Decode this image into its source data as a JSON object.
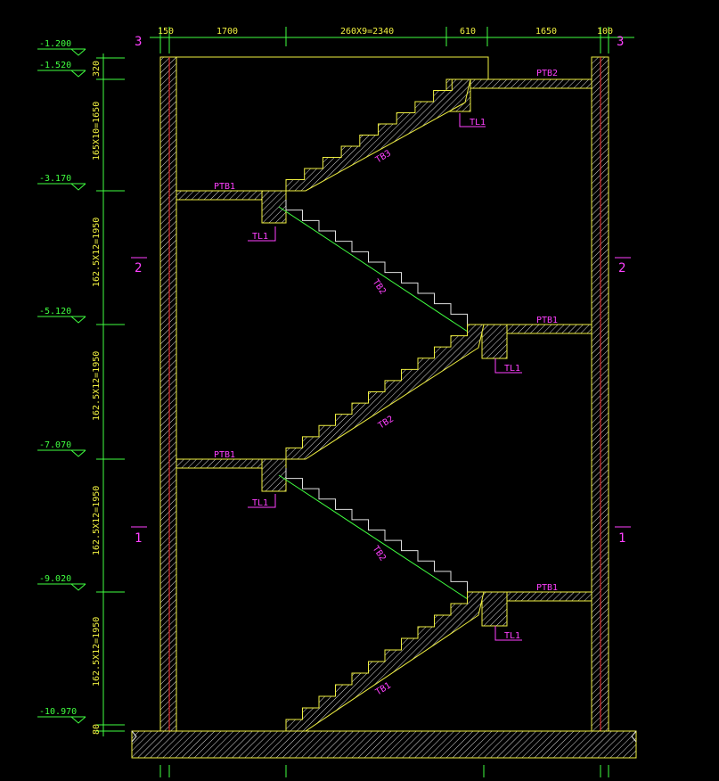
{
  "drawing": {
    "top_dimensions": [
      "150",
      "1700",
      "260X9=2340",
      "610",
      "1650",
      "100"
    ],
    "axis_labels": [
      "3",
      "2",
      "1"
    ],
    "levels": [
      "-1.200",
      "-1.520",
      "-3.170",
      "-5.120",
      "-7.070",
      "-9.020",
      "-10.970"
    ],
    "vertical_dimensions": [
      "320",
      "165X10=1650",
      "162.5X12=1950",
      "162.5X12=1950",
      "162.5X12=1950",
      "162.5X12=1950",
      "80"
    ],
    "platform_labels": [
      "PTB2",
      "PTB1",
      "PTB1",
      "PTB1",
      "PTB1"
    ],
    "beam_labels": [
      "TL1",
      "TL1",
      "TL1",
      "TL1",
      "TL1"
    ],
    "flight_labels": [
      "TB3",
      "TB2",
      "TB2",
      "TB2",
      "TB1"
    ]
  }
}
